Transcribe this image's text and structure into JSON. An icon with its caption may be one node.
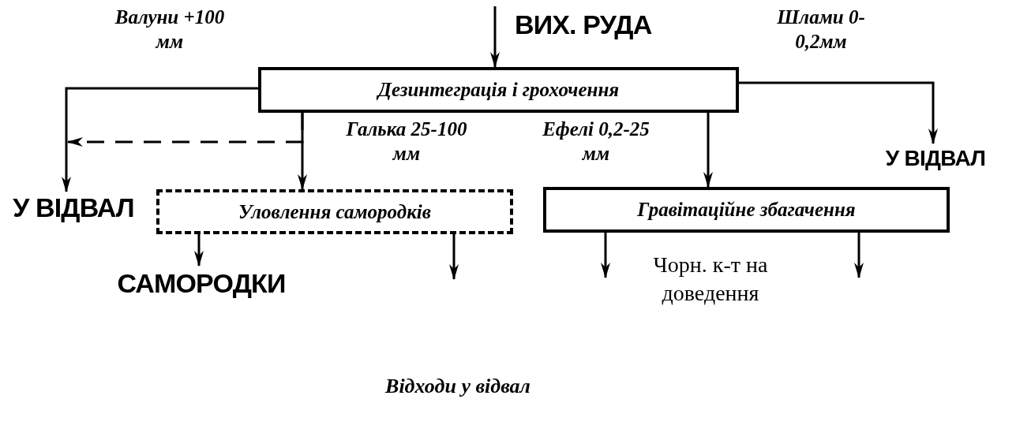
{
  "diagram": {
    "nodes": [
      {
        "text": [
          "Дезинтеграція і грохочення"
        ]
      },
      {
        "text": [
          "У ВІДВАЛ"
        ]
      },
      {
        "text": [
          "Уловлення самородків"
        ]
      },
      {
        "text": [
          "Гравітаційне збагачення"
        ]
      },
      {
        "text": [
          "У ВІДВАЛ"
        ]
      },
      {
        "text": [
          "САМОРОДКИ"
        ]
      }
    ],
    "edges": [
      {
        "from": null,
        "to": 0,
        "arrow": "to"
      },
      {
        "from": 0,
        "to": 1,
        "arrow": "to",
        "label": "Валуни +100 мм"
      },
      {
        "from": 0,
        "to": 2,
        "arrow": "to",
        "label": "Галька 25-100 мм"
      },
      {
        "from": 0,
        "to": 1,
        "arrow": "to",
        "style": "dashed"
      },
      {
        "from": 0,
        "to": 3,
        "arrow": "to",
        "label": "Ефелі 0,2-25 мм"
      },
      {
        "from": 0,
        "to": 4,
        "arrow": "to",
        "label": "Шлами 0-0,2мм"
      },
      {
        "from": 2,
        "to": 5,
        "arrow": "to"
      },
      {
        "from": 2,
        "to": null,
        "arrow": "to"
      },
      {
        "from": 3,
        "to": null,
        "arrow": "to"
      },
      {
        "from": 3,
        "to": null,
        "arrow": "to"
      }
    ],
    "labels": [
      "ВИХ. РУДА",
      "Чорн. к-т на доведення",
      "Відходи у відвал"
    ]
  }
}
